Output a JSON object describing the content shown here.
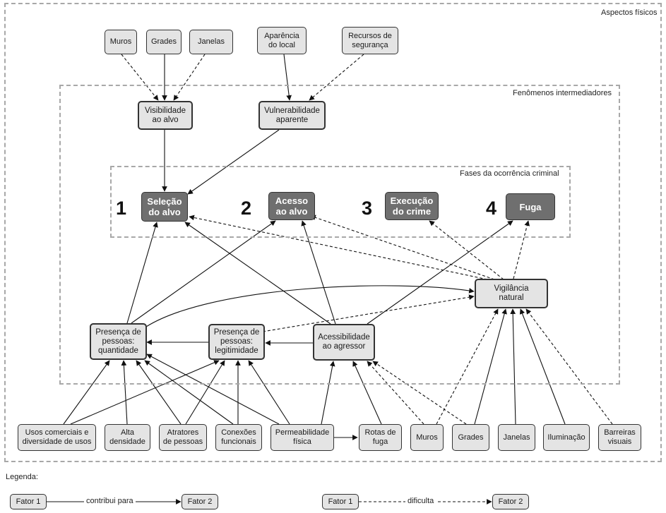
{
  "frames": {
    "physical": "Aspectos físicos",
    "intermediate": "Fenômenos intermediadores",
    "phases": "Fases da ocorrência criminal"
  },
  "top_factors": {
    "muros": "Muros",
    "grades": "Grades",
    "janelas": "Janelas",
    "aparencia": "Aparência\ndo local",
    "recursos": "Recursos de\nsegurança"
  },
  "intermediate": {
    "visibilidade": "Visibilidade\nao alvo",
    "vulnerabilidade": "Vulnerabilidade\naparente",
    "vigilancia": "Vigilância\nnatural",
    "quantidade": "Presença de\npessoas:\nquantidade",
    "legitimidade": "Presença de\npessoas:\nlegitimidade",
    "acessibilidade": "Acessibilidade\nao agressor"
  },
  "phases": [
    {
      "number": "1",
      "label": "Seleção\ndo alvo"
    },
    {
      "number": "2",
      "label": "Acesso\nao alvo"
    },
    {
      "number": "3",
      "label": "Execução\ndo crime"
    },
    {
      "number": "4",
      "label": "Fuga"
    }
  ],
  "bottom_factors": {
    "usos": "Usos comerciais e\ndiversidade de usos",
    "alta": "Alta\ndensidade",
    "atratores": "Atratores\nde pessoas",
    "conexoes": "Conexões\nfuncionais",
    "permeabilidade": "Permeabilidade\nfísica",
    "rotas": "Rotas de\nfuga",
    "muros": "Muros",
    "grades": "Grades",
    "janelas": "Janelas",
    "iluminacao": "Iluminação",
    "barreiras": "Barreiras\nvisuais"
  },
  "legend": {
    "title": "Legenda:",
    "factor1": "Fator 1",
    "factor2": "Fator 2",
    "contributes": "contribui para",
    "hinders": "dificulta"
  },
  "colors": {
    "box_fill": "#e4e4e4",
    "phase_fill": "#6f6f6f",
    "frame_dash": "#a8a8a8",
    "edge": "#111111"
  }
}
